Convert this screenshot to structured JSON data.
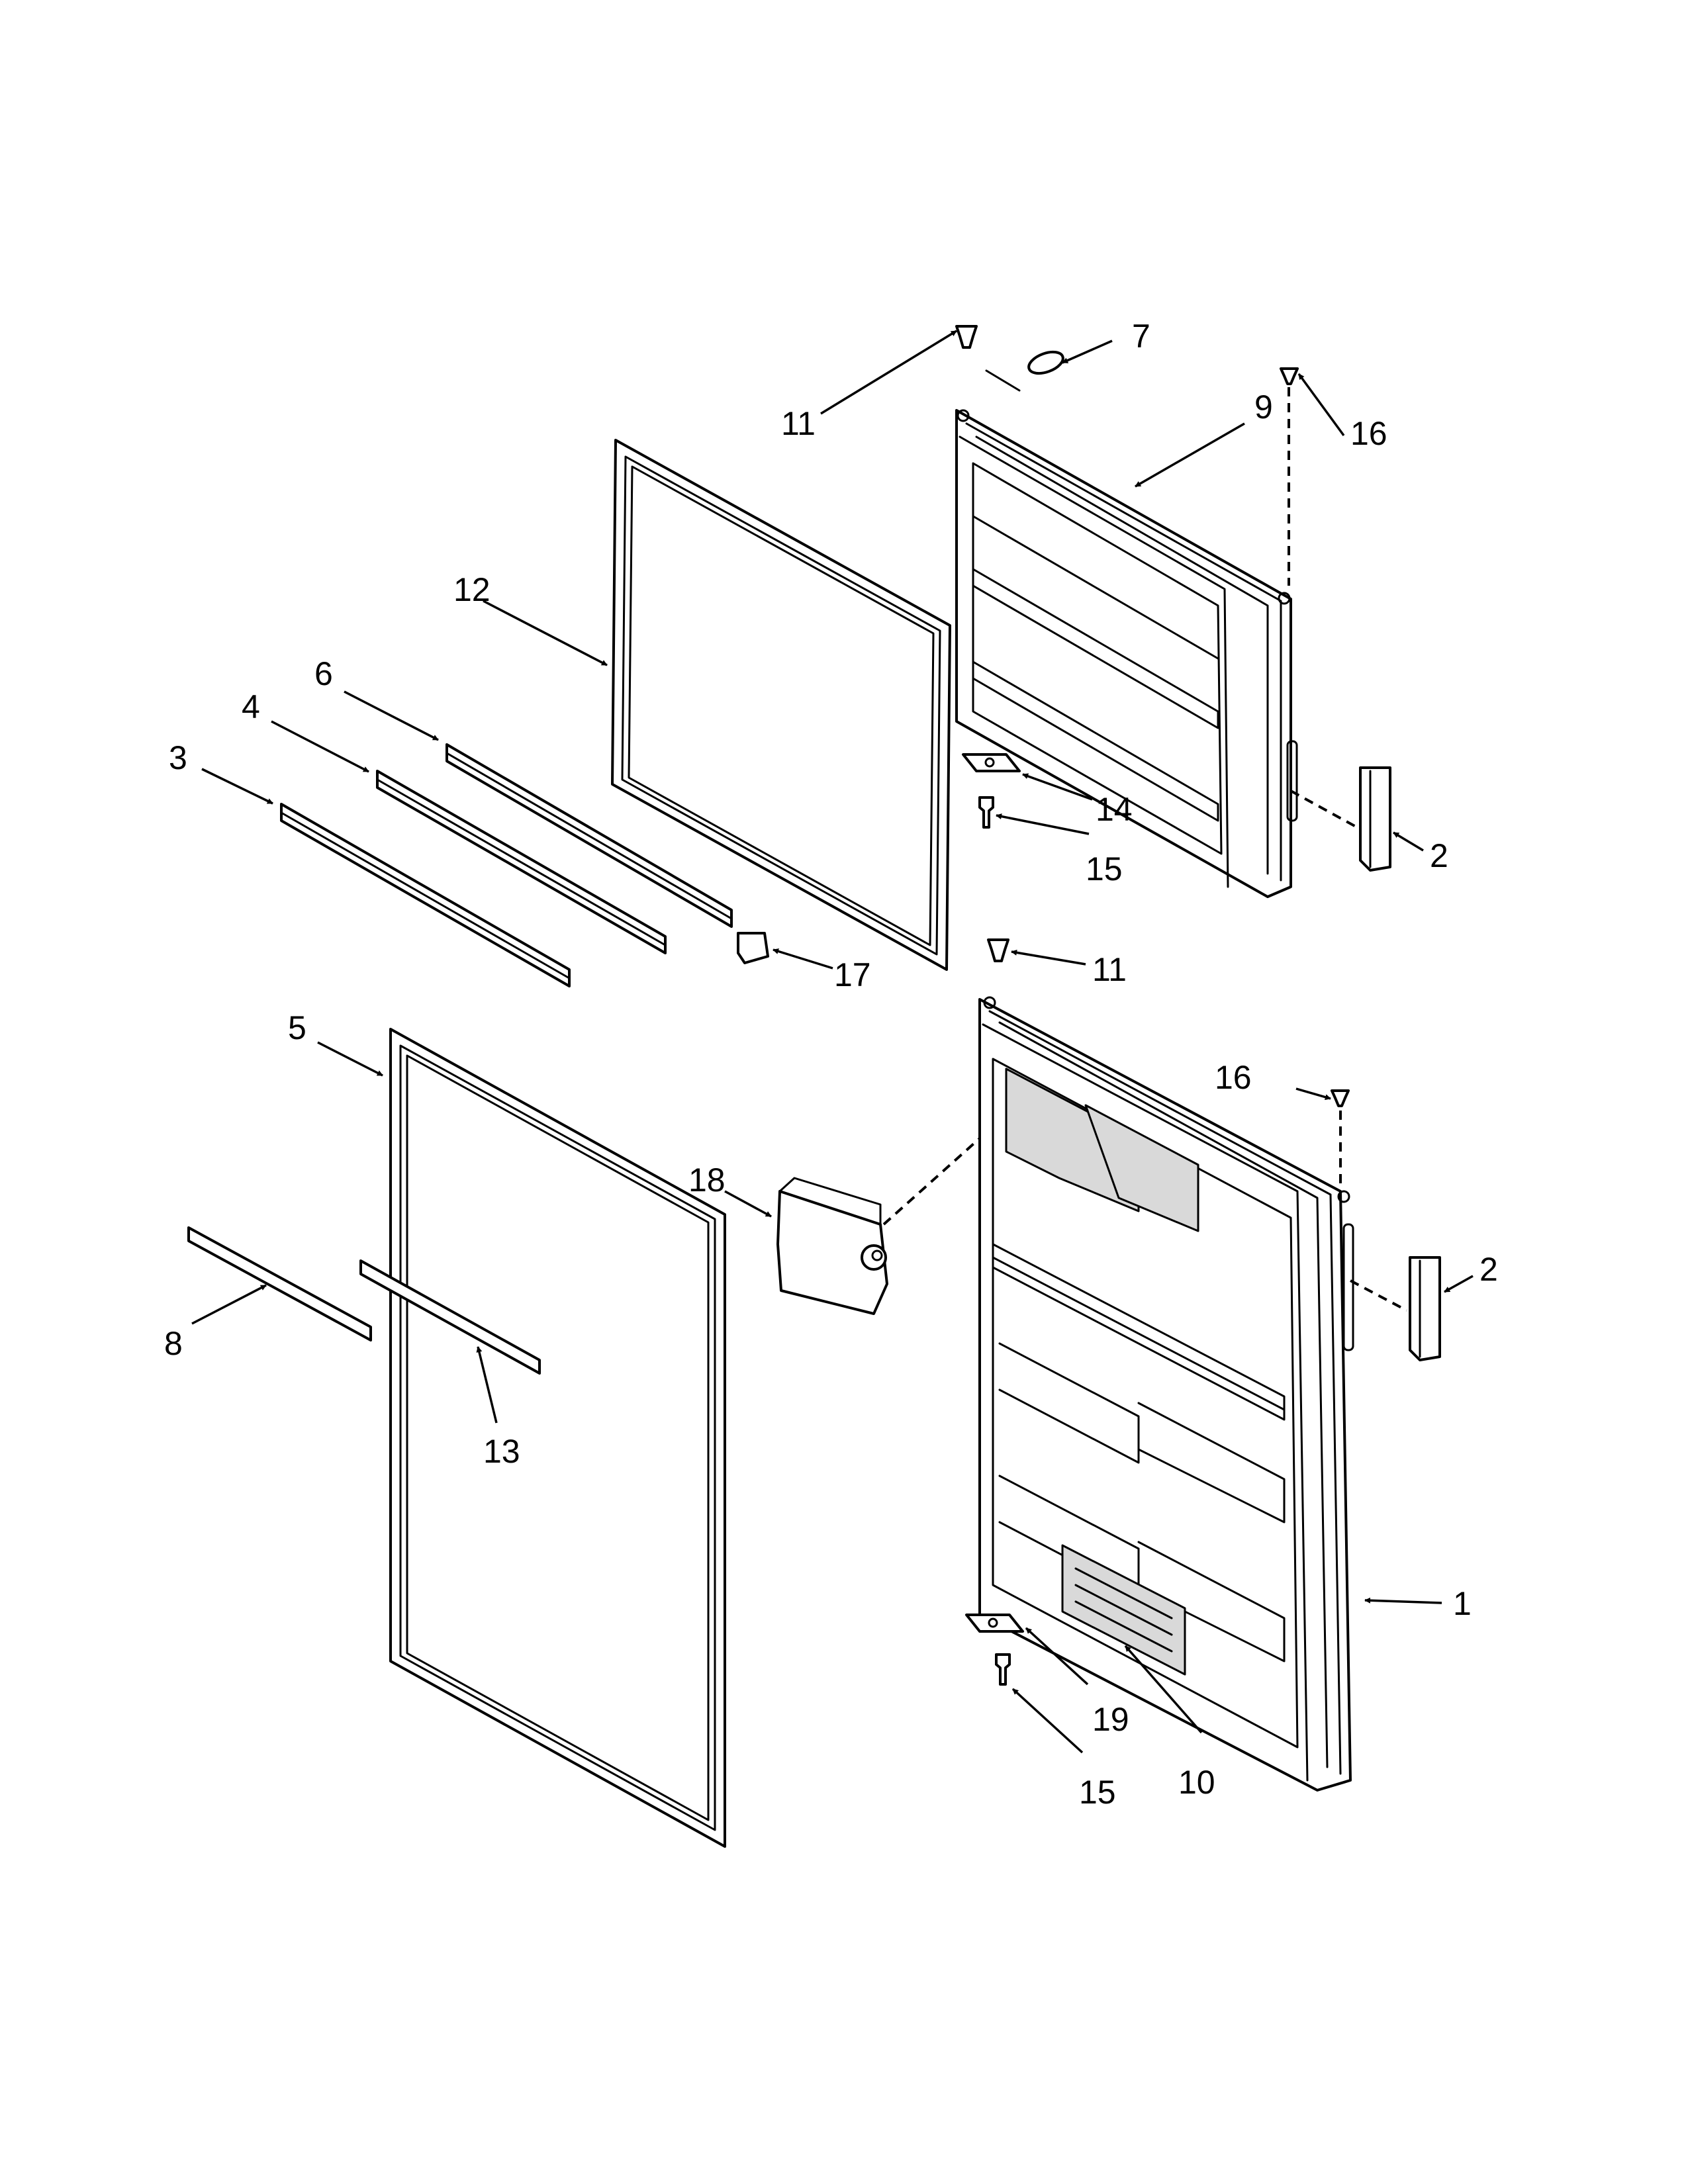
{
  "diagram": {
    "callouts": [
      "1",
      "2",
      "2",
      "3",
      "4",
      "5",
      "6",
      "7",
      "8",
      "9",
      "10",
      "11",
      "11",
      "12",
      "13",
      "14",
      "15",
      "15",
      "16",
      "16",
      "17",
      "18",
      "19"
    ]
  }
}
